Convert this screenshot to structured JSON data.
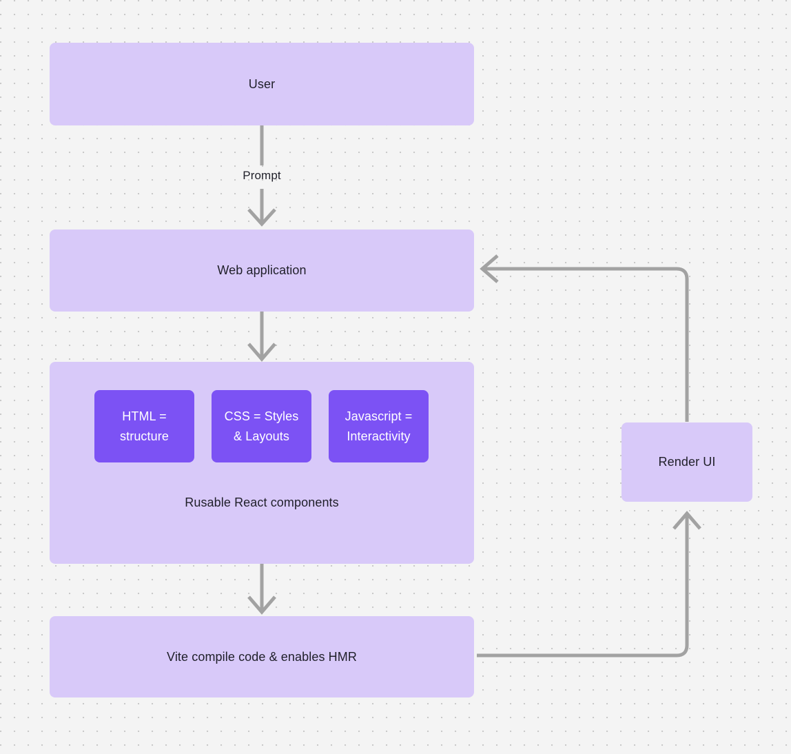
{
  "diagram": {
    "title": "Web application architecture flow",
    "background_color": "#f4f4f4",
    "grid": "dot-grid",
    "node_fill_light": "#d8c9f9",
    "node_fill_dark": "#7c52f4",
    "edge_color": "#a2a2a2"
  },
  "nodes": {
    "user": {
      "label": "User"
    },
    "web_application": {
      "label": "Web application"
    },
    "components_container": {
      "caption": "Rusable React components"
    },
    "html": {
      "line1": "HTML =",
      "line2": "structure"
    },
    "css": {
      "line1": "CSS = Styles",
      "line2": "& Layouts"
    },
    "javascript": {
      "line1": "Javascript =",
      "line2": "Interactivity"
    },
    "vite": {
      "label": "Vite compile code & enables HMR"
    },
    "render_ui": {
      "label": "Render UI"
    }
  },
  "edges": {
    "user_to_web": {
      "label": "Prompt"
    },
    "web_to_components": {
      "label": ""
    },
    "components_to_vite": {
      "label": ""
    },
    "vite_to_render": {
      "label": ""
    },
    "render_to_web": {
      "label": ""
    }
  }
}
